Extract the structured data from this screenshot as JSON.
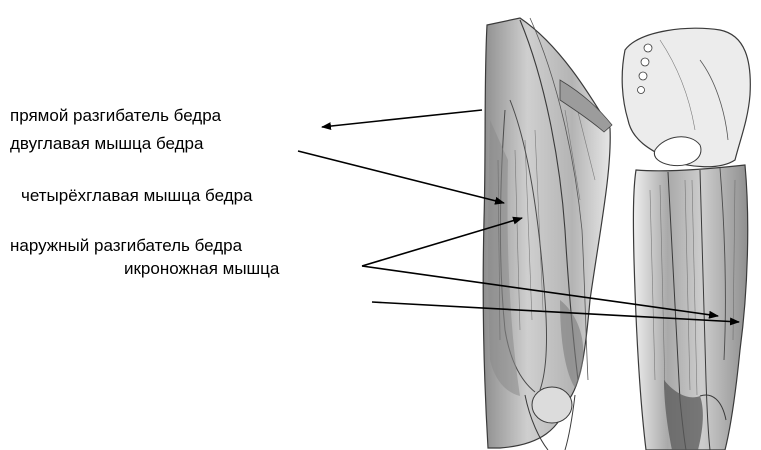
{
  "labels": {
    "rectus_femoris": "прямой разгибатель бедра",
    "biceps_femoris": "двуглавая мышца бедра",
    "quadriceps": "четырёхглавая мышца бедра",
    "vastus_lateralis": "наружный разгибатель бедра",
    "gastrocnemius": "икроножная мышца"
  },
  "colors": {
    "text": "#000000",
    "arrow": "#000000",
    "muscle_fill": "#c9c9c9",
    "muscle_shade": "#9a9a9a",
    "outline": "#3a3a3a",
    "bone_fill": "#ececec"
  }
}
